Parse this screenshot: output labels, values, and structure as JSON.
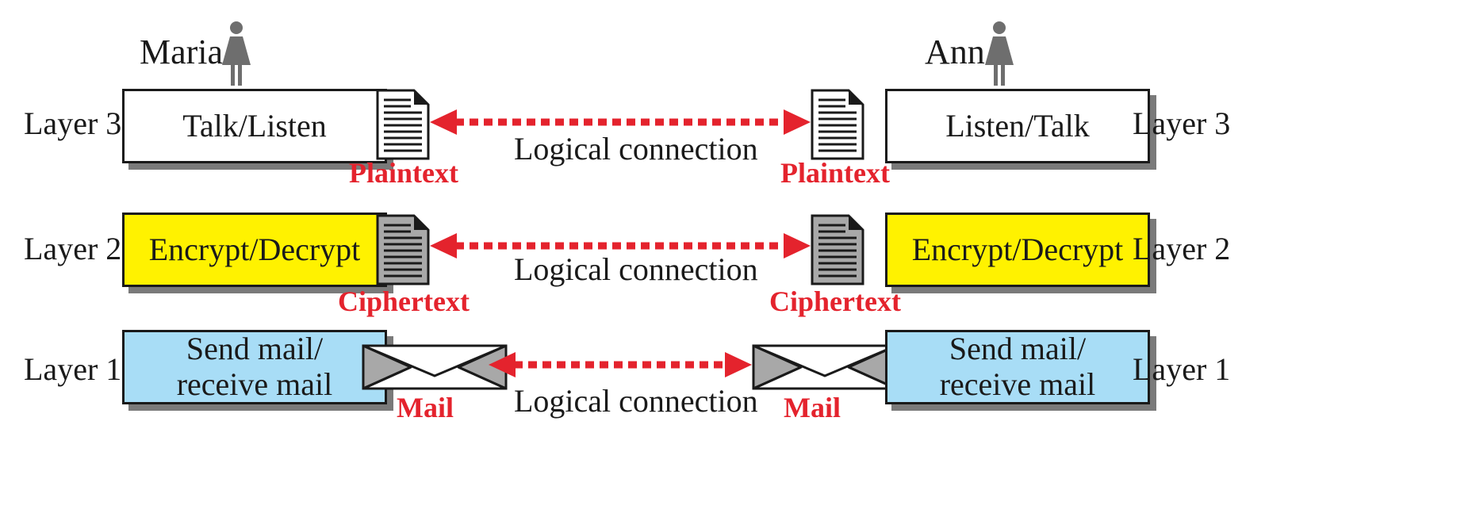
{
  "persons": {
    "left": {
      "name": "Maria",
      "icon": "woman-icon"
    },
    "right": {
      "name": "Ann",
      "icon": "woman-icon"
    }
  },
  "layers": [
    {
      "label": "Layer 3",
      "left_box": "Talk/Listen",
      "right_box": "Listen/Talk",
      "box_color": "#ffffff",
      "item_icon": "plaintext-document-icon",
      "item_caption": "Plaintext",
      "connection_label": "Logical connection"
    },
    {
      "label": "Layer 2",
      "left_box": "Encrypt/Decrypt",
      "right_box": "Encrypt/Decrypt",
      "box_color": "#fff200",
      "item_icon": "ciphertext-document-icon",
      "item_caption": "Ciphertext",
      "connection_label": "Logical connection"
    },
    {
      "label": "Layer 1",
      "left_box": "Send mail/ receive mail",
      "right_box": "Send mail/ receive mail",
      "box_color": "#a8ddf6",
      "item_icon": "envelope-icon",
      "item_caption": "Mail",
      "connection_label": "Logical connection"
    }
  ],
  "colors": {
    "arrow": "#e4232d",
    "caption": "#e4232d",
    "shadow": "#7a7a7a"
  }
}
